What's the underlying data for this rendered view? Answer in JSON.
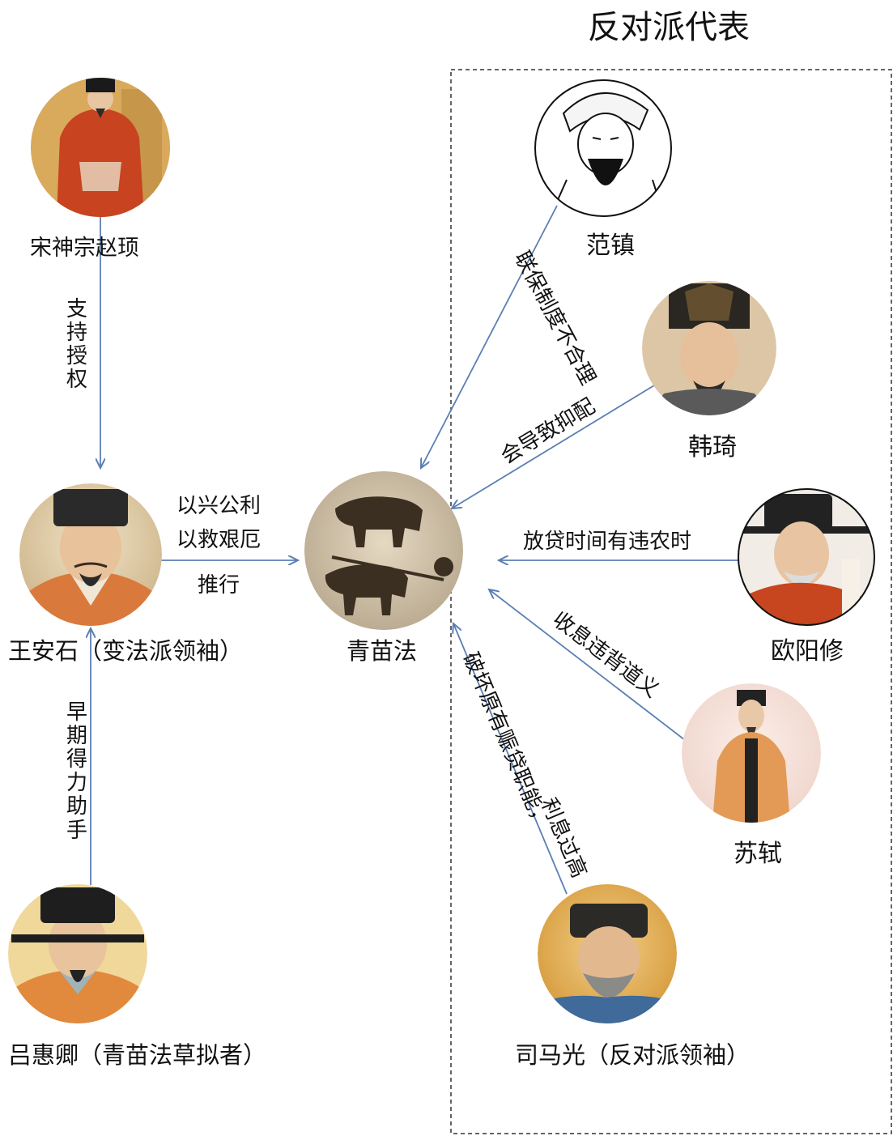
{
  "title": "反对派代表",
  "nodes": {
    "shenzong": "宋神宗赵顼",
    "wang_anshi": "王安石（变法派领袖）",
    "lv_huiqing": "吕惠卿（青苗法草拟者）",
    "qingmiao": "青苗法",
    "fan_zhen": "范镇",
    "han_qi": "韩琦",
    "ouyang_xiu": "欧阳修",
    "su_shi": "苏轼",
    "sima_guang": "司马光（反对派领袖）"
  },
  "edges": {
    "support": "支持授权",
    "helper": "早期得力助手",
    "promote_line1": "以兴公利",
    "promote_line2": "以救艰厄",
    "promote_line3": "推行",
    "fan_zhen": "联保制度不合理",
    "han_qi": "会导致抑配",
    "ouyang_xiu": "放贷时间有违农时",
    "su_shi": "收息违背道义",
    "sima_guang_line1": "破坏原有赈贷职能，",
    "sima_guang_line2": "利息过高"
  },
  "colors": {
    "arrow": "#5b7fb3",
    "border": "#333333"
  }
}
